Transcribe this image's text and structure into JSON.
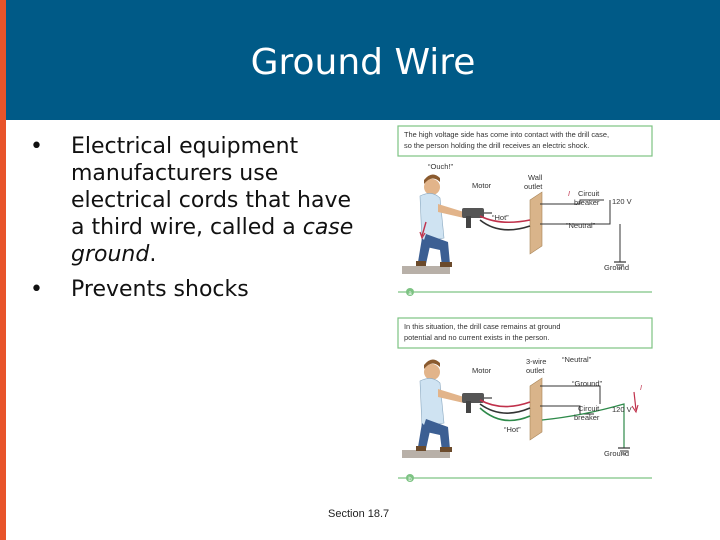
{
  "title": "Ground Wire",
  "bullets": [
    {
      "text": "Electrical equipment manufacturers use electrical cords that have a third wire, called a ",
      "emph": "case ground",
      "tail": "."
    },
    {
      "text": "Prevents shocks",
      "emph": "",
      "tail": ""
    }
  ],
  "footer": "Section 18.7",
  "figure": {
    "panel_a": {
      "caption_line1": "The high voltage side has come into contact with the drill case,",
      "caption_line2": "so the person holding the drill receives an electric shock.",
      "ouch": "“Ouch!”",
      "motor": "Motor",
      "wall_outlet_1": "Wall",
      "wall_outlet_2": "outlet",
      "circuit_breaker_1": "Circuit",
      "circuit_breaker_2": "breaker",
      "voltage": "120 V",
      "hot": "“Hot”",
      "neutral": "“Neutral”",
      "ground": "Ground",
      "current_i": "I",
      "panel_label": "a"
    },
    "panel_b": {
      "caption_line1": "In this situation, the drill case remains at ground",
      "caption_line2": "potential and no current exists in the person.",
      "motor": "Motor",
      "three_wire_1": "3-wire",
      "three_wire_2": "outlet",
      "neutral": "“Neutral”",
      "ground_quote": "“Ground”",
      "circuit_breaker_1": "Circuit",
      "circuit_breaker_2": "breaker",
      "voltage": "120 V",
      "hot": "“Hot”",
      "ground": "Ground",
      "current_i": "I",
      "panel_label": "b"
    }
  },
  "colors": {
    "header": "#005a87",
    "accent": "#e8542a",
    "panel_green": "#7dc383",
    "current_red": "#c0314b"
  }
}
